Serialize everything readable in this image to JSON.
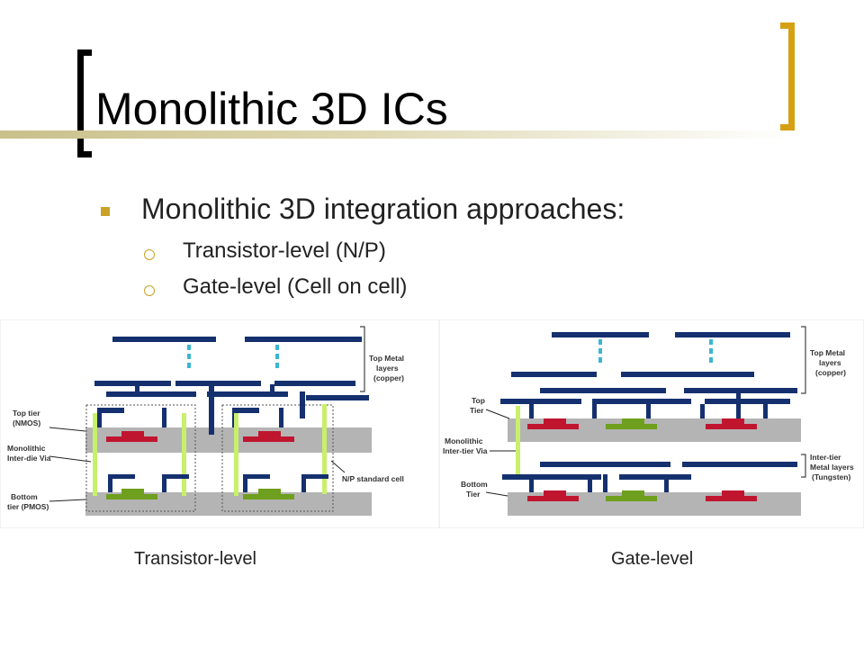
{
  "slide": {
    "title": "Monolithic 3D ICs",
    "bullets": [
      {
        "text": "Monolithic 3D integration approaches:",
        "subitems": [
          "Transistor-level (N/P)",
          "Gate-level (Cell on cell)"
        ]
      }
    ]
  },
  "diagram_left": {
    "labels": {
      "top_metal_1": "Top Metal",
      "top_metal_2": "layers",
      "top_metal_3": "(copper)",
      "top_tier_1": "Top tier",
      "top_tier_2": "(NMOS)",
      "via_1": "Monolithic",
      "via_2": "Inter-die Via",
      "bottom_tier_1": "Bottom",
      "bottom_tier_2": "tier (PMOS)",
      "standard_cell": "N/P standard cell"
    },
    "caption": "Transistor-level"
  },
  "diagram_right": {
    "labels": {
      "top_metal_1": "Top Metal",
      "top_metal_2": "layers",
      "top_metal_3": "(copper)",
      "top_tier_1": "Top",
      "top_tier_2": "Tier",
      "via_1": "Monolithic",
      "via_2": "Inter-tier Via",
      "inter_tier_1": "Inter-tier",
      "inter_tier_2": "Metal layers",
      "inter_tier_3": "(Tungsten)",
      "bottom_tier_1": "Bottom",
      "bottom_tier_2": "Tier"
    },
    "caption": "Gate-level"
  },
  "colors": {
    "metal": "#14306e",
    "via": "#c8f06a",
    "nmos_gate": "#c0152f",
    "pmos_gate": "#6e9f1e",
    "substrate": "#b4b4b4",
    "via_stack": "#3bb6d3",
    "accent": "#c9a227"
  }
}
